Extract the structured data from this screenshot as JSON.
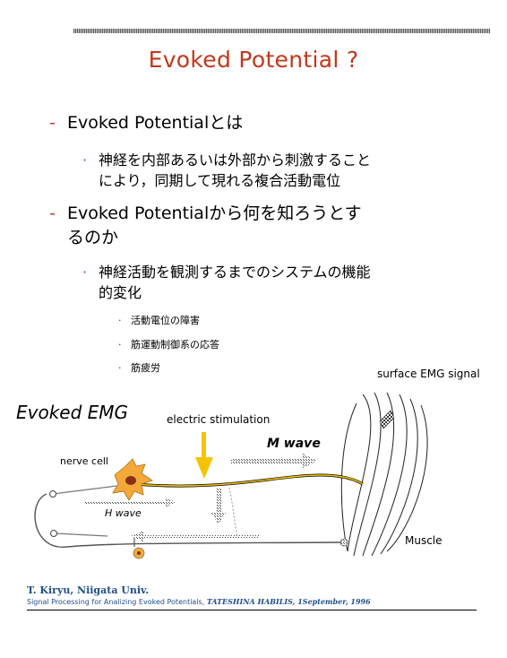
{
  "title": "Evoked Potential ?",
  "bullets": [
    {
      "text": "Evoked Potentialとは",
      "sub": [
        {
          "lines": [
            "神経を内部あるいは外部から刺激すること",
            "により，同期して現れる複合活動電位"
          ]
        }
      ]
    },
    {
      "lines": [
        "Evoked Potentialから何を知ろうとす",
        "るのか"
      ],
      "sub": [
        {
          "lines": [
            "神経活動を観測するまでのシステムの機能",
            "的変化"
          ]
        }
      ],
      "subsub": [
        "活動電位の障害",
        "筋運動制御系の応答",
        "筋疲労"
      ]
    }
  ],
  "diagram": {
    "title": "Evoked EMG",
    "labels": {
      "surface_emg": "surface EMG signal",
      "electric_stimulation": "electric stimulation",
      "m_wave": "M wave",
      "nerve_cell": "nerve cell",
      "h_wave": "H wave",
      "muscle": "Muscle"
    },
    "colors": {
      "stimulus_arrow": "#f5c400",
      "nerve_fiber": "#f5c400",
      "cell_body": "#f3a93a",
      "nucleus": "#8b2d1a"
    }
  },
  "credits": {
    "author": "T. Kiryu, Niigata Univ.",
    "reference_prefix": "Signal Processing for Analizing Evoked Potentials, ",
    "reference_venue": "TATESHINA HABILIS, 1September, 1996"
  }
}
